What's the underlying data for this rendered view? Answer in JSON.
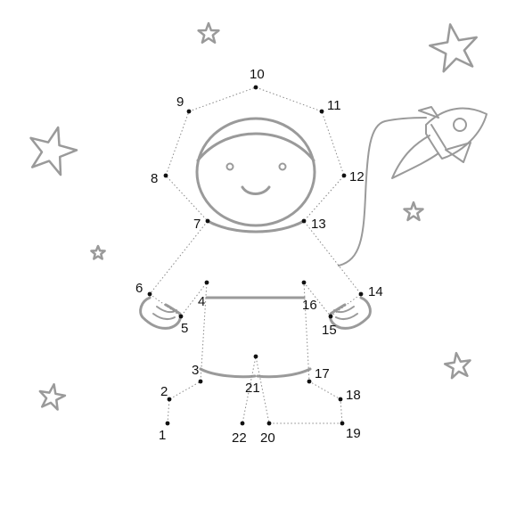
{
  "puzzle": {
    "dots": [
      {
        "n": "1"
      },
      {
        "n": "2"
      },
      {
        "n": "3"
      },
      {
        "n": "4"
      },
      {
        "n": "5"
      },
      {
        "n": "6"
      },
      {
        "n": "7"
      },
      {
        "n": "8"
      },
      {
        "n": "9"
      },
      {
        "n": "10"
      },
      {
        "n": "11"
      },
      {
        "n": "12"
      },
      {
        "n": "13"
      },
      {
        "n": "14"
      },
      {
        "n": "15"
      },
      {
        "n": "16"
      },
      {
        "n": "17"
      },
      {
        "n": "18"
      },
      {
        "n": "19"
      },
      {
        "n": "20"
      },
      {
        "n": "21"
      },
      {
        "n": "22"
      }
    ]
  },
  "colors": {
    "line": "#9a9a9a",
    "dot": "#111111",
    "label": "#111111"
  },
  "icons": [
    "rocket-icon",
    "star-icon",
    "astronaut-face-icon",
    "glove-icon"
  ]
}
